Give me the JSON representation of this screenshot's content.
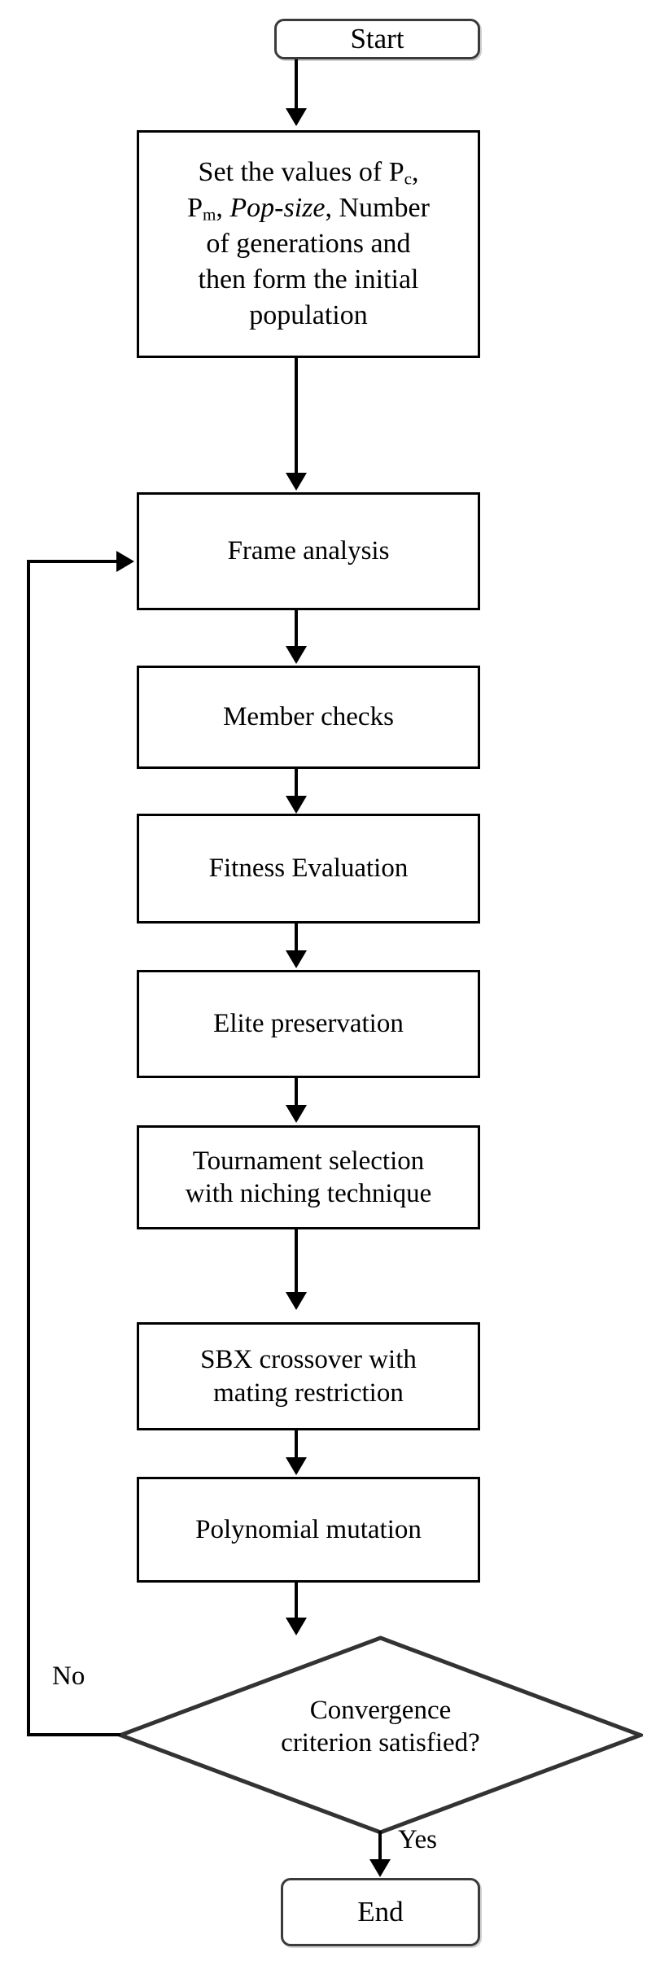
{
  "diagram": {
    "title": "Genetic algorithm flowchart",
    "nodes": {
      "start": {
        "label": "Start",
        "shape": "terminal"
      },
      "initialize": {
        "shape": "process",
        "line1": "Set the values of P",
        "line1_sub": "c",
        "line1_tail": ",",
        "line2_a": "P",
        "line2_sub": "m",
        "line2_b": ", ",
        "line2_italic": "Pop-size",
        "line2_c": ", Number",
        "line3": "of generations and",
        "line4": "then form the initial",
        "line5": "population"
      },
      "frame_analysis": {
        "label": "Frame analysis",
        "shape": "process"
      },
      "member_checks": {
        "label": "Member checks",
        "shape": "process"
      },
      "fitness_evaluation": {
        "label": "Fitness Evaluation",
        "shape": "process"
      },
      "elite_preservation": {
        "label": "Elite preservation",
        "shape": "process"
      },
      "tournament_selection": {
        "shape": "process",
        "line1": "Tournament selection",
        "line2": "with niching technique"
      },
      "sbx_crossover": {
        "shape": "process",
        "line1": "SBX crossover with",
        "line2": "mating restriction"
      },
      "polynomial_mutation": {
        "label": "Polynomial mutation",
        "shape": "process"
      },
      "convergence_decision": {
        "shape": "decision",
        "line1": "Convergence",
        "line2": "criterion satisfied?"
      },
      "end": {
        "label": "End",
        "shape": "terminal"
      }
    },
    "edge_labels": {
      "no": "No",
      "yes": "Yes"
    },
    "colors": {
      "stroke": "#000000",
      "terminal_stroke": "#3a3a3a",
      "background": "#ffffff",
      "text": "#000000"
    }
  }
}
